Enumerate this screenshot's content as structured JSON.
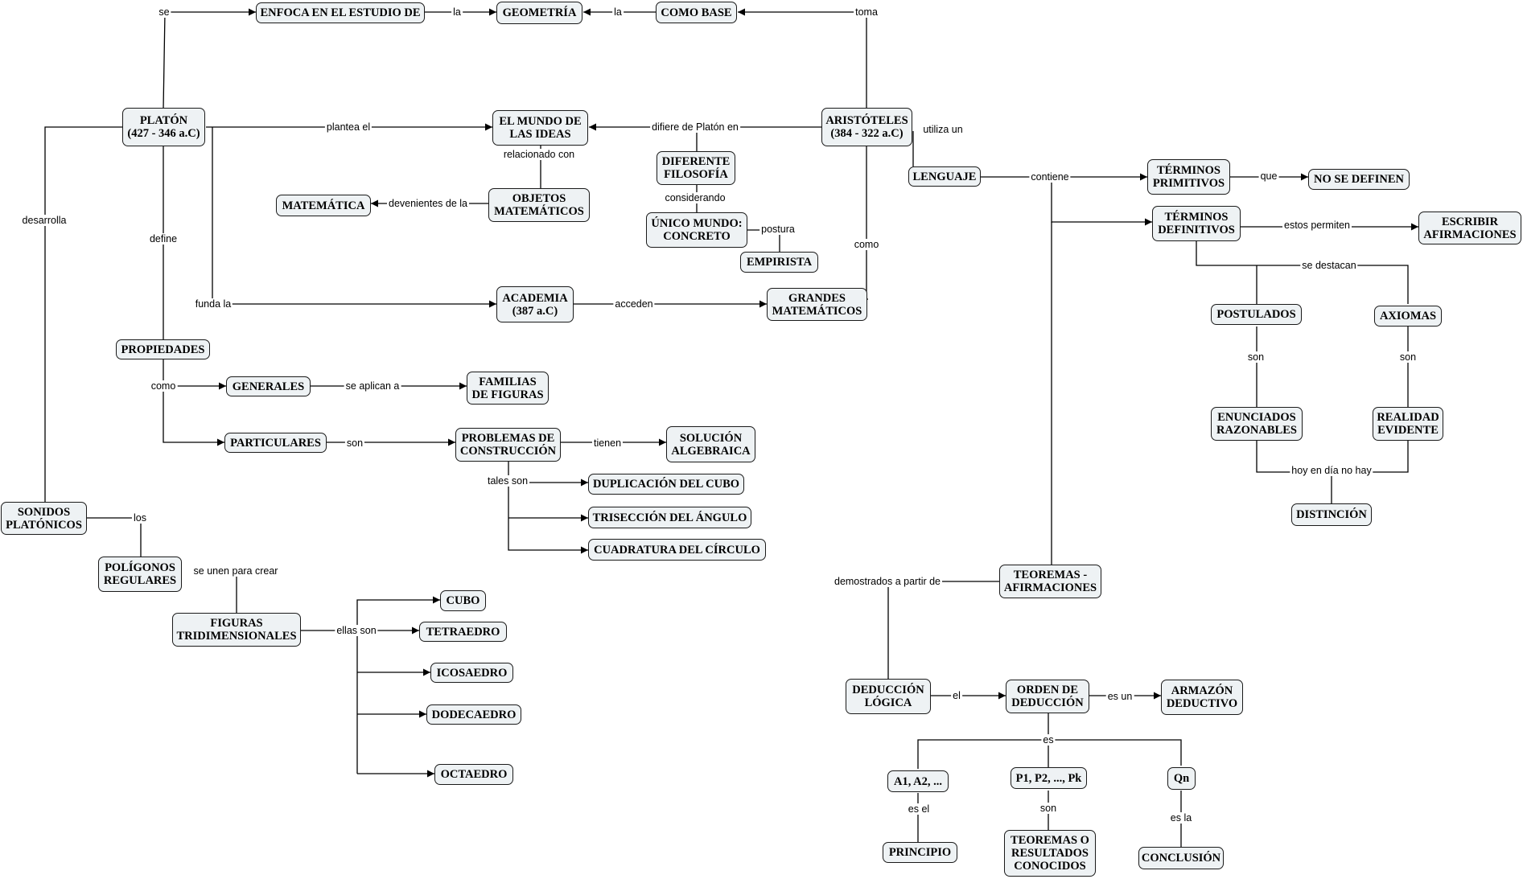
{
  "nodes": {
    "enfoca": "ENFOCA EN EL ESTUDIO DE",
    "geometria": "GEOMETRÍA",
    "como_base": "COMO BASE",
    "platon": "PLATÓN\n(427 - 346 a.C)",
    "mundo_ideas": "EL MUNDO DE\nLAS IDEAS",
    "aristoteles": "ARISTÓTELES\n(384 - 322 a.C)",
    "diferente_filosofia": "DIFERENTE\nFILOSOFÍA",
    "lenguaje": "LENGUAJE",
    "terminos_primitivos": "TÉRMINOS\nPRIMITIVOS",
    "no_se_definen": "NO SE DEFINEN",
    "objetos_matematicos": "OBJETOS\nMATEMÁTICOS",
    "matematica": "MATEMÁTICA",
    "unico_mundo": "ÚNICO MUNDO:\nCONCRETO",
    "empirista": "EMPIRISTA",
    "terminos_definitivos": "TÉRMINOS\nDEFINITIVOS",
    "escribir_afirmaciones": "ESCRIBIR\nAFIRMACIONES",
    "academia": "ACADEMIA\n(387 a.C)",
    "grandes_matematicos": "GRANDES\nMATEMÁTICOS",
    "postulados": "POSTULADOS",
    "axiomas": "AXIOMAS",
    "propiedades": "PROPIEDADES",
    "generales": "GENERALES",
    "familias_figuras": "FAMILIAS\nDE FIGURAS",
    "particulares": "PARTICULARES",
    "problemas_construccion": "PROBLEMAS DE\nCONSTRUCCIÓN",
    "solucion_algebraica": "SOLUCIÓN\nALGEBRAICA",
    "enunciados_razonables": "ENUNCIADOS\nRAZONABLES",
    "realidad_evidente": "REALIDAD\nEVIDENTE",
    "duplicacion_cubo": "DUPLICACIÓN DEL CUBO",
    "triseccion_angulo": "TRISECCIÓN DEL ÁNGULO",
    "cuadratura_circulo": "CUADRATURA DEL CÍRCULO",
    "distincion": "DISTINCIÓN",
    "sonidos_platonicos": "SONIDOS\nPLATÓNICOS",
    "poligonos_regulares": "POLÍGONOS\nREGULARES",
    "teoremas_afirmaciones": "TEOREMAS -\nAFIRMACIONES",
    "cubo": "CUBO",
    "figuras_tridimensionales": "FIGURAS\nTRIDIMENSIONALES",
    "tetraedro": "TETRAEDRO",
    "icosaedro": "ICOSAEDRO",
    "dodecaedro": "DODECAEDRO",
    "octaedro": "OCTAEDRO",
    "deduccion_logica": "DEDUCCIÓN\nLÓGICA",
    "orden_deduccion": "ORDEN DE\nDEDUCCIÓN",
    "armazon_deductivo": "ARMAZÓN\nDEDUCTIVO",
    "a1_a2": "A1, A2, ...",
    "p1_pk": "P1, P2, ..., Pk",
    "qn": "Qn",
    "principio": "PRINCIPIO",
    "teoremas_conocidos": "TEOREMAS O\nRESULTADOS\nCONOCIDOS",
    "conclusion": "CONCLUSIÓN"
  },
  "labels": {
    "se": "se",
    "la_1": "la",
    "la_2": "la",
    "toma": "toma",
    "plantea_el": "plantea el",
    "difiere": "difiere de Platón en",
    "utiliza_un": "utiliza un",
    "contiene": "contiene",
    "que": "que",
    "relacionado_con": "relacionado con",
    "considerando": "considerando",
    "devenientes": "devenientes de la",
    "postura": "postura",
    "desarrolla": "desarrolla",
    "define": "define",
    "estos_permiten": "estos permiten",
    "como": "como",
    "se_destacan": "se destacan",
    "funda_la": "funda la",
    "acceden": "acceden",
    "como_2": "como",
    "se_aplican_a": "se aplican a",
    "son_1": "son",
    "son_2": "son",
    "son_3": "son",
    "tienen": "tienen",
    "tales_son": "tales son",
    "hoy_en_dia": "hoy en día no hay",
    "los": "los",
    "se_unen": "se unen para crear",
    "demostrados": "demostrados a partir de",
    "ellas_son": "ellas son",
    "el": "el",
    "es_un": "es un",
    "es": "es",
    "es_el": "es el",
    "son_4": "son",
    "es_la": "es la"
  }
}
